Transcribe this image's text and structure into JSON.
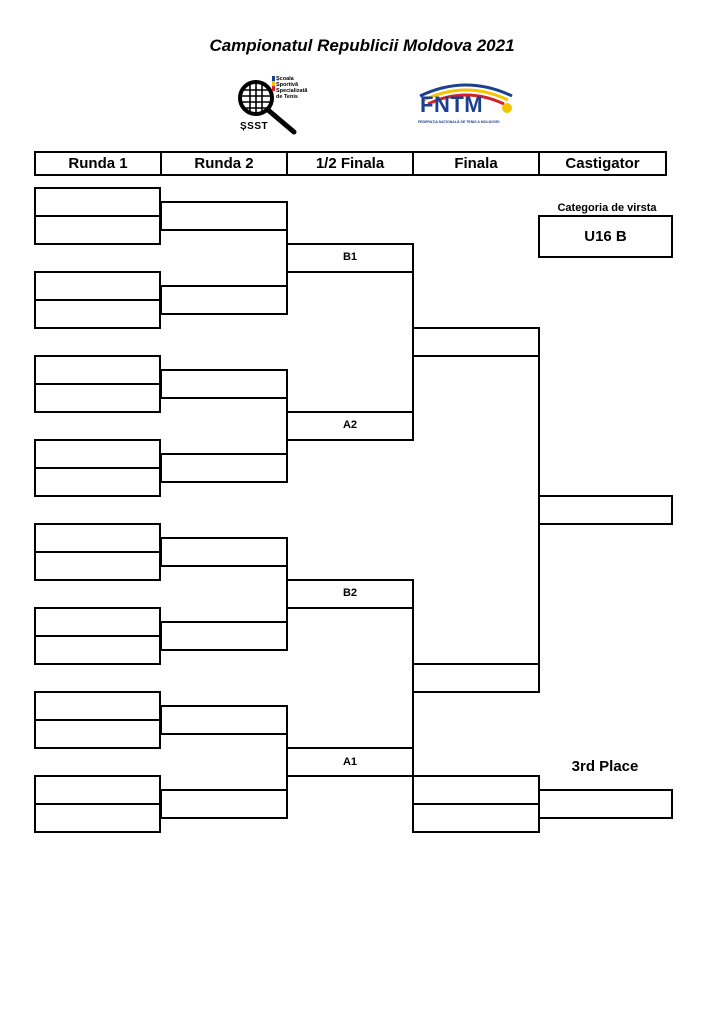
{
  "title": "Campionatul Republicii Moldova 2021",
  "logos": {
    "ssst": {
      "text_lines": [
        "Școala",
        "Sportivă",
        "Specializată",
        "de Tenis"
      ],
      "mark": "ȘSST"
    },
    "fntm": {
      "name": "FNTM",
      "subtitle": "FEDERAȚIA NAȚIONALĂ DE TENIS A MOLDOVEI"
    }
  },
  "header": {
    "round1": "Runda 1",
    "round2": "Runda 2",
    "semi": "1/2 Finala",
    "final": "Finala",
    "winner": "Castigator"
  },
  "category": {
    "label": "Categoria de virsta",
    "value": "U16 B"
  },
  "match_labels": {
    "b1": "B1",
    "a2": "A2",
    "b2": "B2",
    "a1": "A1"
  },
  "third_place": "3rd Place",
  "colors": {
    "line": "#000000",
    "fntm_blue": "#1c3f8f",
    "flag_yellow": "#f2c500",
    "flag_red": "#d4202a"
  }
}
